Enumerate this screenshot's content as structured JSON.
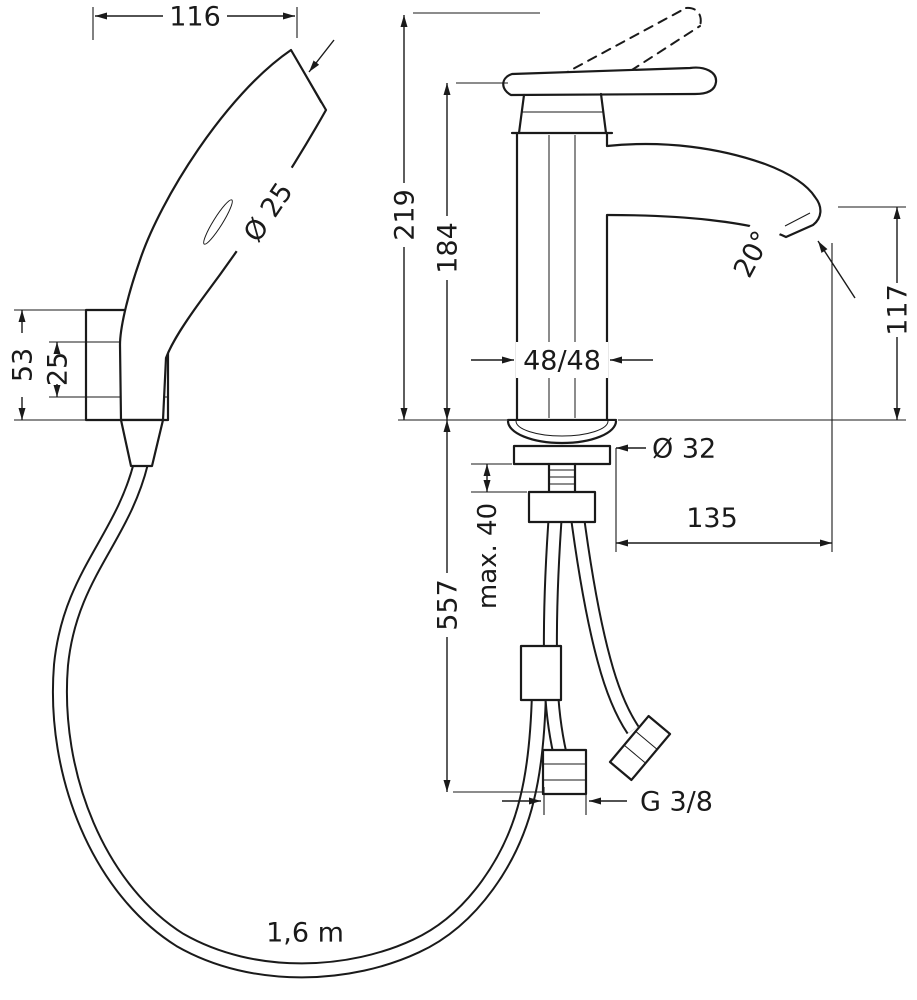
{
  "drawing": {
    "background": "#ffffff",
    "line_color": "#1a1a1a"
  },
  "labels": {
    "handshower_width": "116",
    "handshower_face_diameter": "Ø 25",
    "holder_height": "53",
    "holder_clamp_height": "25",
    "hose_length": "1,6 m",
    "overall_height": "219",
    "lever_top_height": "184",
    "body_width": "48/48",
    "shank_diameter": "Ø 32",
    "spout_angle": "20°",
    "spout_to_deck_height": "117",
    "spout_reach": "135",
    "max_deck_thickness": "max. 40",
    "hose_length_below_deck": "557",
    "connection_thread": "G 3/8"
  }
}
